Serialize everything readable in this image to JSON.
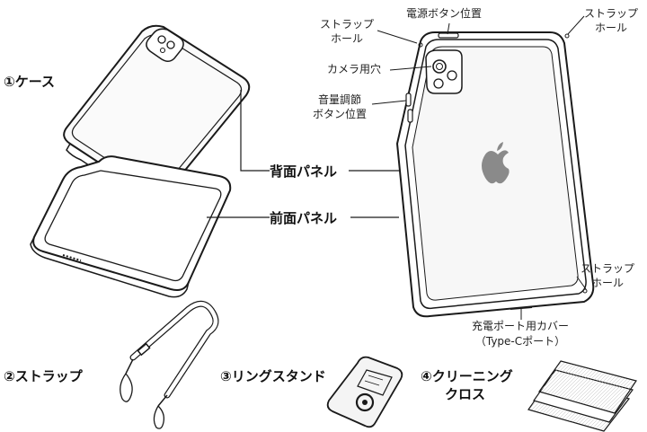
{
  "items": {
    "case": "①ケース",
    "strap": "②ストラップ",
    "ring_stand": "③リングスタンド",
    "cloth_line1": "④クリーニング",
    "cloth_line2": "クロス"
  },
  "panels": {
    "back": "背面パネル",
    "front": "前面パネル"
  },
  "callouts": {
    "strap_hole_topleft_1": "ストラップ",
    "strap_hole_topleft_2": "ホール",
    "power_button": "電源ボタン位置",
    "strap_hole_topright_1": "ストラップ",
    "strap_hole_topright_2": "ホール",
    "camera_hole": "カメラ用穴",
    "volume_1": "音量調節",
    "volume_2": "ボタン位置",
    "strap_hole_bottomright_1": "ストラップ",
    "strap_hole_bottomright_2": "ホール",
    "port_cover_1": "充電ポート用カバー",
    "port_cover_2": "（Type-Cポート）"
  },
  "icons": [
    "apple-logo-icon",
    "camera-lens-icon",
    "ring-stand-icon"
  ],
  "colors": {
    "line": "#1a1a1a",
    "panel": "#f4f4f4",
    "logo": "#8a8a8a"
  }
}
